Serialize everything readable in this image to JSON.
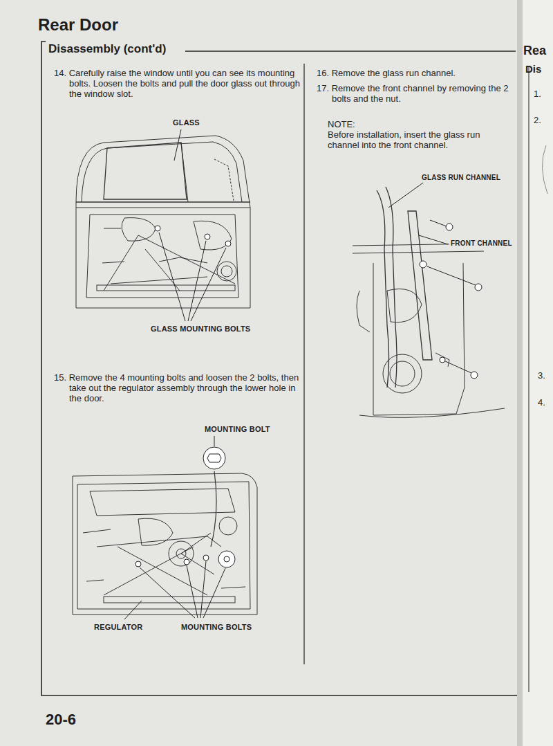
{
  "diagram": {
    "title": "Rear Door",
    "labels": [
      "Disassembly (cont'd)",
      "14. Carefully raise the window until you can see its mounting bolts. Loosen the bolts and pull the door glass out through the window slot.",
      "GLASS",
      "GLASS MOUNTING BOLTS",
      "15. Remove the 4 mounting bolts and loosen the 2 bolts, then take out the regulator assembly through the lower hole in the door.",
      "MOUNTING BOLT",
      "REGULATOR",
      "MOUNTING BOLTS",
      "16. Remove the glass run channel.",
      "17. Remove the front channel by removing the 2 bolts and the nut.",
      "NOTE:",
      "Before installation, insert the glass run channel into the front channel.",
      "GLASS RUN CHANNEL",
      "FRONT CHANNEL",
      "20-6",
      "Rea",
      "Dis",
      "1.",
      "2.",
      "3.",
      "4."
    ]
  }
}
